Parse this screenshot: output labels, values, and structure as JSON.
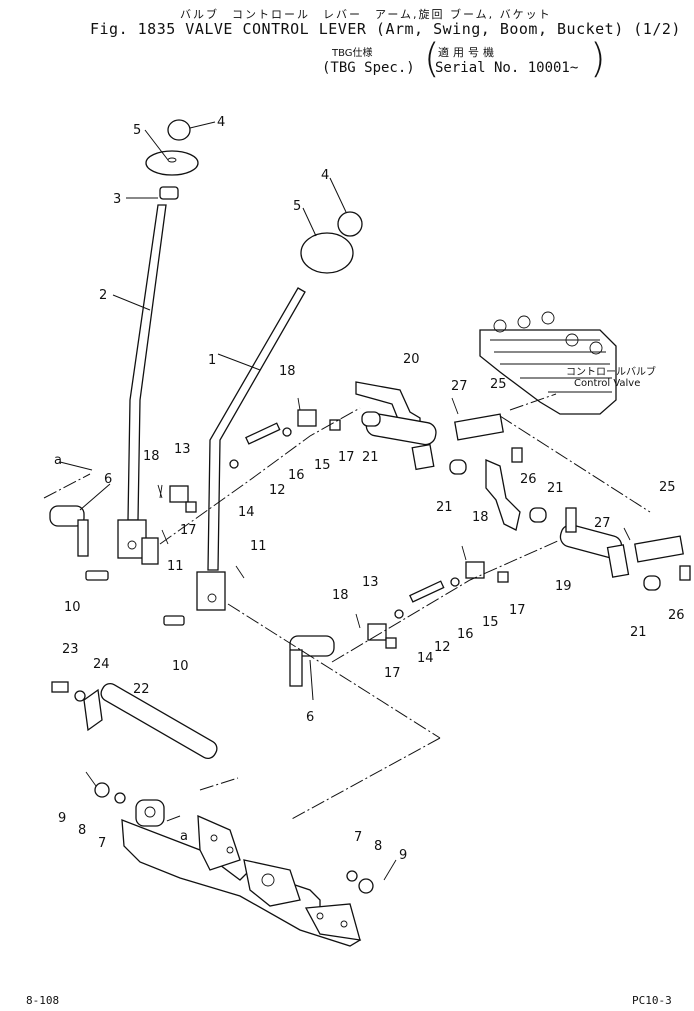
{
  "header": {
    "jp_title": "バルブ　コントロール　レバー　アーム,旋回 ブーム, バケット",
    "en_title": "Fig. 1835  VALVE CONTROL LEVER (Arm, Swing, Boom, Bucket) (1/2)",
    "tbg_jp": "TBG仕様",
    "serial_jp": "適用号機",
    "tbg_en": "(TBG Spec.)",
    "serial_en": "Serial No. 10001~"
  },
  "labels": {
    "control_valve_jp": "コントロールバルブ",
    "control_valve_en": "Control Valve",
    "ref_a": "a"
  },
  "callouts": [
    "1",
    "2",
    "3",
    "4",
    "5",
    "6",
    "7",
    "8",
    "9",
    "10",
    "11",
    "12",
    "13",
    "14",
    "15",
    "16",
    "17",
    "18",
    "19",
    "20",
    "21",
    "22",
    "23",
    "24",
    "25",
    "26",
    "27"
  ],
  "footer": {
    "page_left": "8-108",
    "page_right": "PC10-3"
  }
}
